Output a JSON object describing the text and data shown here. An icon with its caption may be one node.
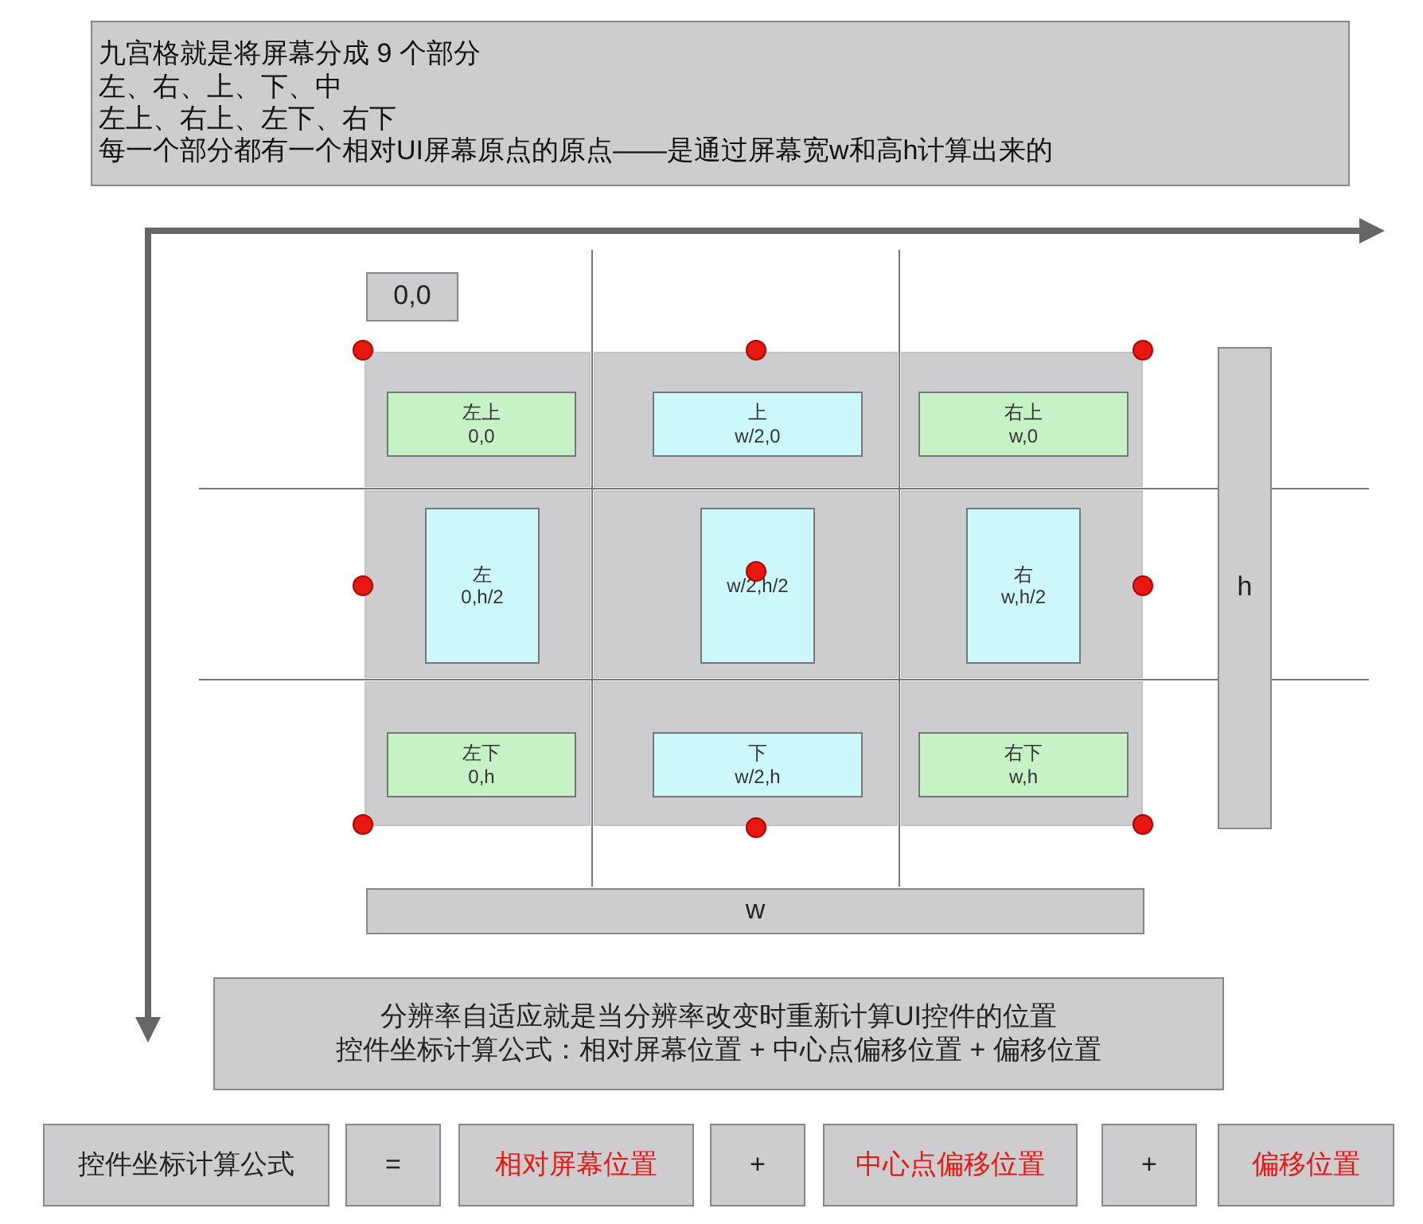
{
  "diagram": {
    "nodes": [
      {
        "text": [
          "九宫格就是将屏幕分成 9 个部分",
          "左、右、上、下、中",
          "左上、右上、左下、右下",
          "每一个部分都有一个相对UI屏幕原点的原点——是通过屏幕宽w和高h计算出来的"
        ]
      },
      {
        "text": [
          "0,0"
        ]
      },
      {
        "text": [],
        "shape": "box"
      },
      {
        "text": [
          "左上",
          "0,0"
        ],
        "in": 2
      },
      {
        "text": [],
        "shape": "box"
      },
      {
        "text": [
          "上",
          "w/2,0"
        ],
        "in": 4
      },
      {
        "text": [],
        "shape": "box"
      },
      {
        "text": [
          "右上",
          "w,0"
        ],
        "in": 6
      },
      {
        "text": [],
        "shape": "box"
      },
      {
        "text": [
          "左",
          "0,h/2"
        ],
        "in": 8
      },
      {
        "text": [],
        "shape": "box"
      },
      {
        "text": [
          "w/2,h/2"
        ],
        "in": 10
      },
      {
        "text": [],
        "shape": "box"
      },
      {
        "text": [
          "右",
          "w,h/2"
        ],
        "in": 12
      },
      {
        "text": [],
        "shape": "box"
      },
      {
        "text": [
          "左下",
          "0,h"
        ],
        "in": 14
      },
      {
        "text": [],
        "shape": "box"
      },
      {
        "text": [
          "下",
          "w/2,h"
        ],
        "in": 16
      },
      {
        "text": [],
        "shape": "box"
      },
      {
        "text": [
          "右下",
          "w,h"
        ],
        "in": 18
      },
      {
        "text": [
          "h"
        ]
      },
      {
        "text": [
          "w"
        ]
      },
      {
        "text": [
          "分辨率自适应就是当分辨率改变时重新计算UI控件的位置",
          "控件坐标计算公式：相对屏幕位置 + 中心点偏移位置 + 偏移位置"
        ]
      },
      {
        "text": [
          "控件坐标计算公式"
        ]
      },
      {
        "text": [
          "="
        ]
      },
      {
        "text": [
          "相对屏幕位置"
        ]
      },
      {
        "text": [
          "+"
        ]
      },
      {
        "text": [
          "中心点偏移位置"
        ]
      },
      {
        "text": [
          "+"
        ]
      },
      {
        "text": [
          "偏移位置"
        ]
      }
    ]
  }
}
